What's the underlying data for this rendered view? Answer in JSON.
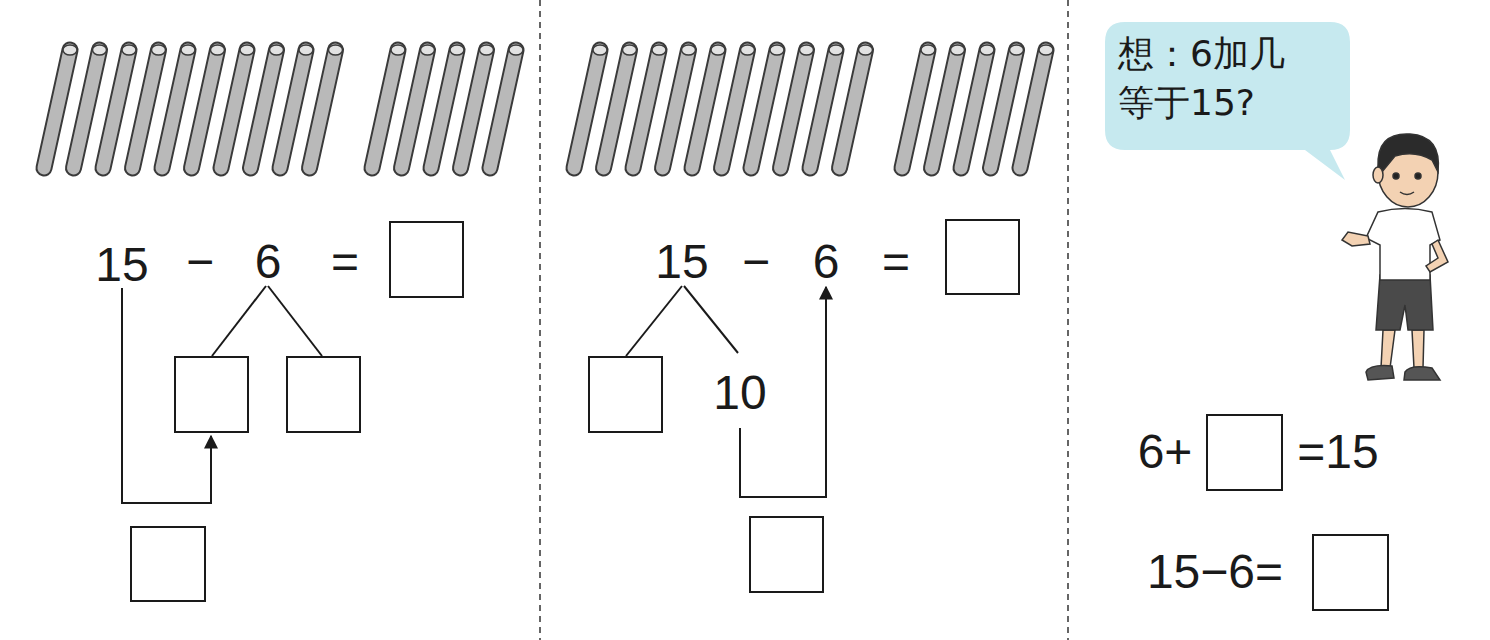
{
  "diagram": {
    "nodes": [
      {
        "text": [
          "想：6加几 等于15?"
        ]
      }
    ],
    "labels": [
      "15",
      "−",
      "6",
      "=",
      "15",
      "−",
      "6",
      "=",
      "10",
      "6+",
      "=15",
      "15−6="
    ]
  }
}
